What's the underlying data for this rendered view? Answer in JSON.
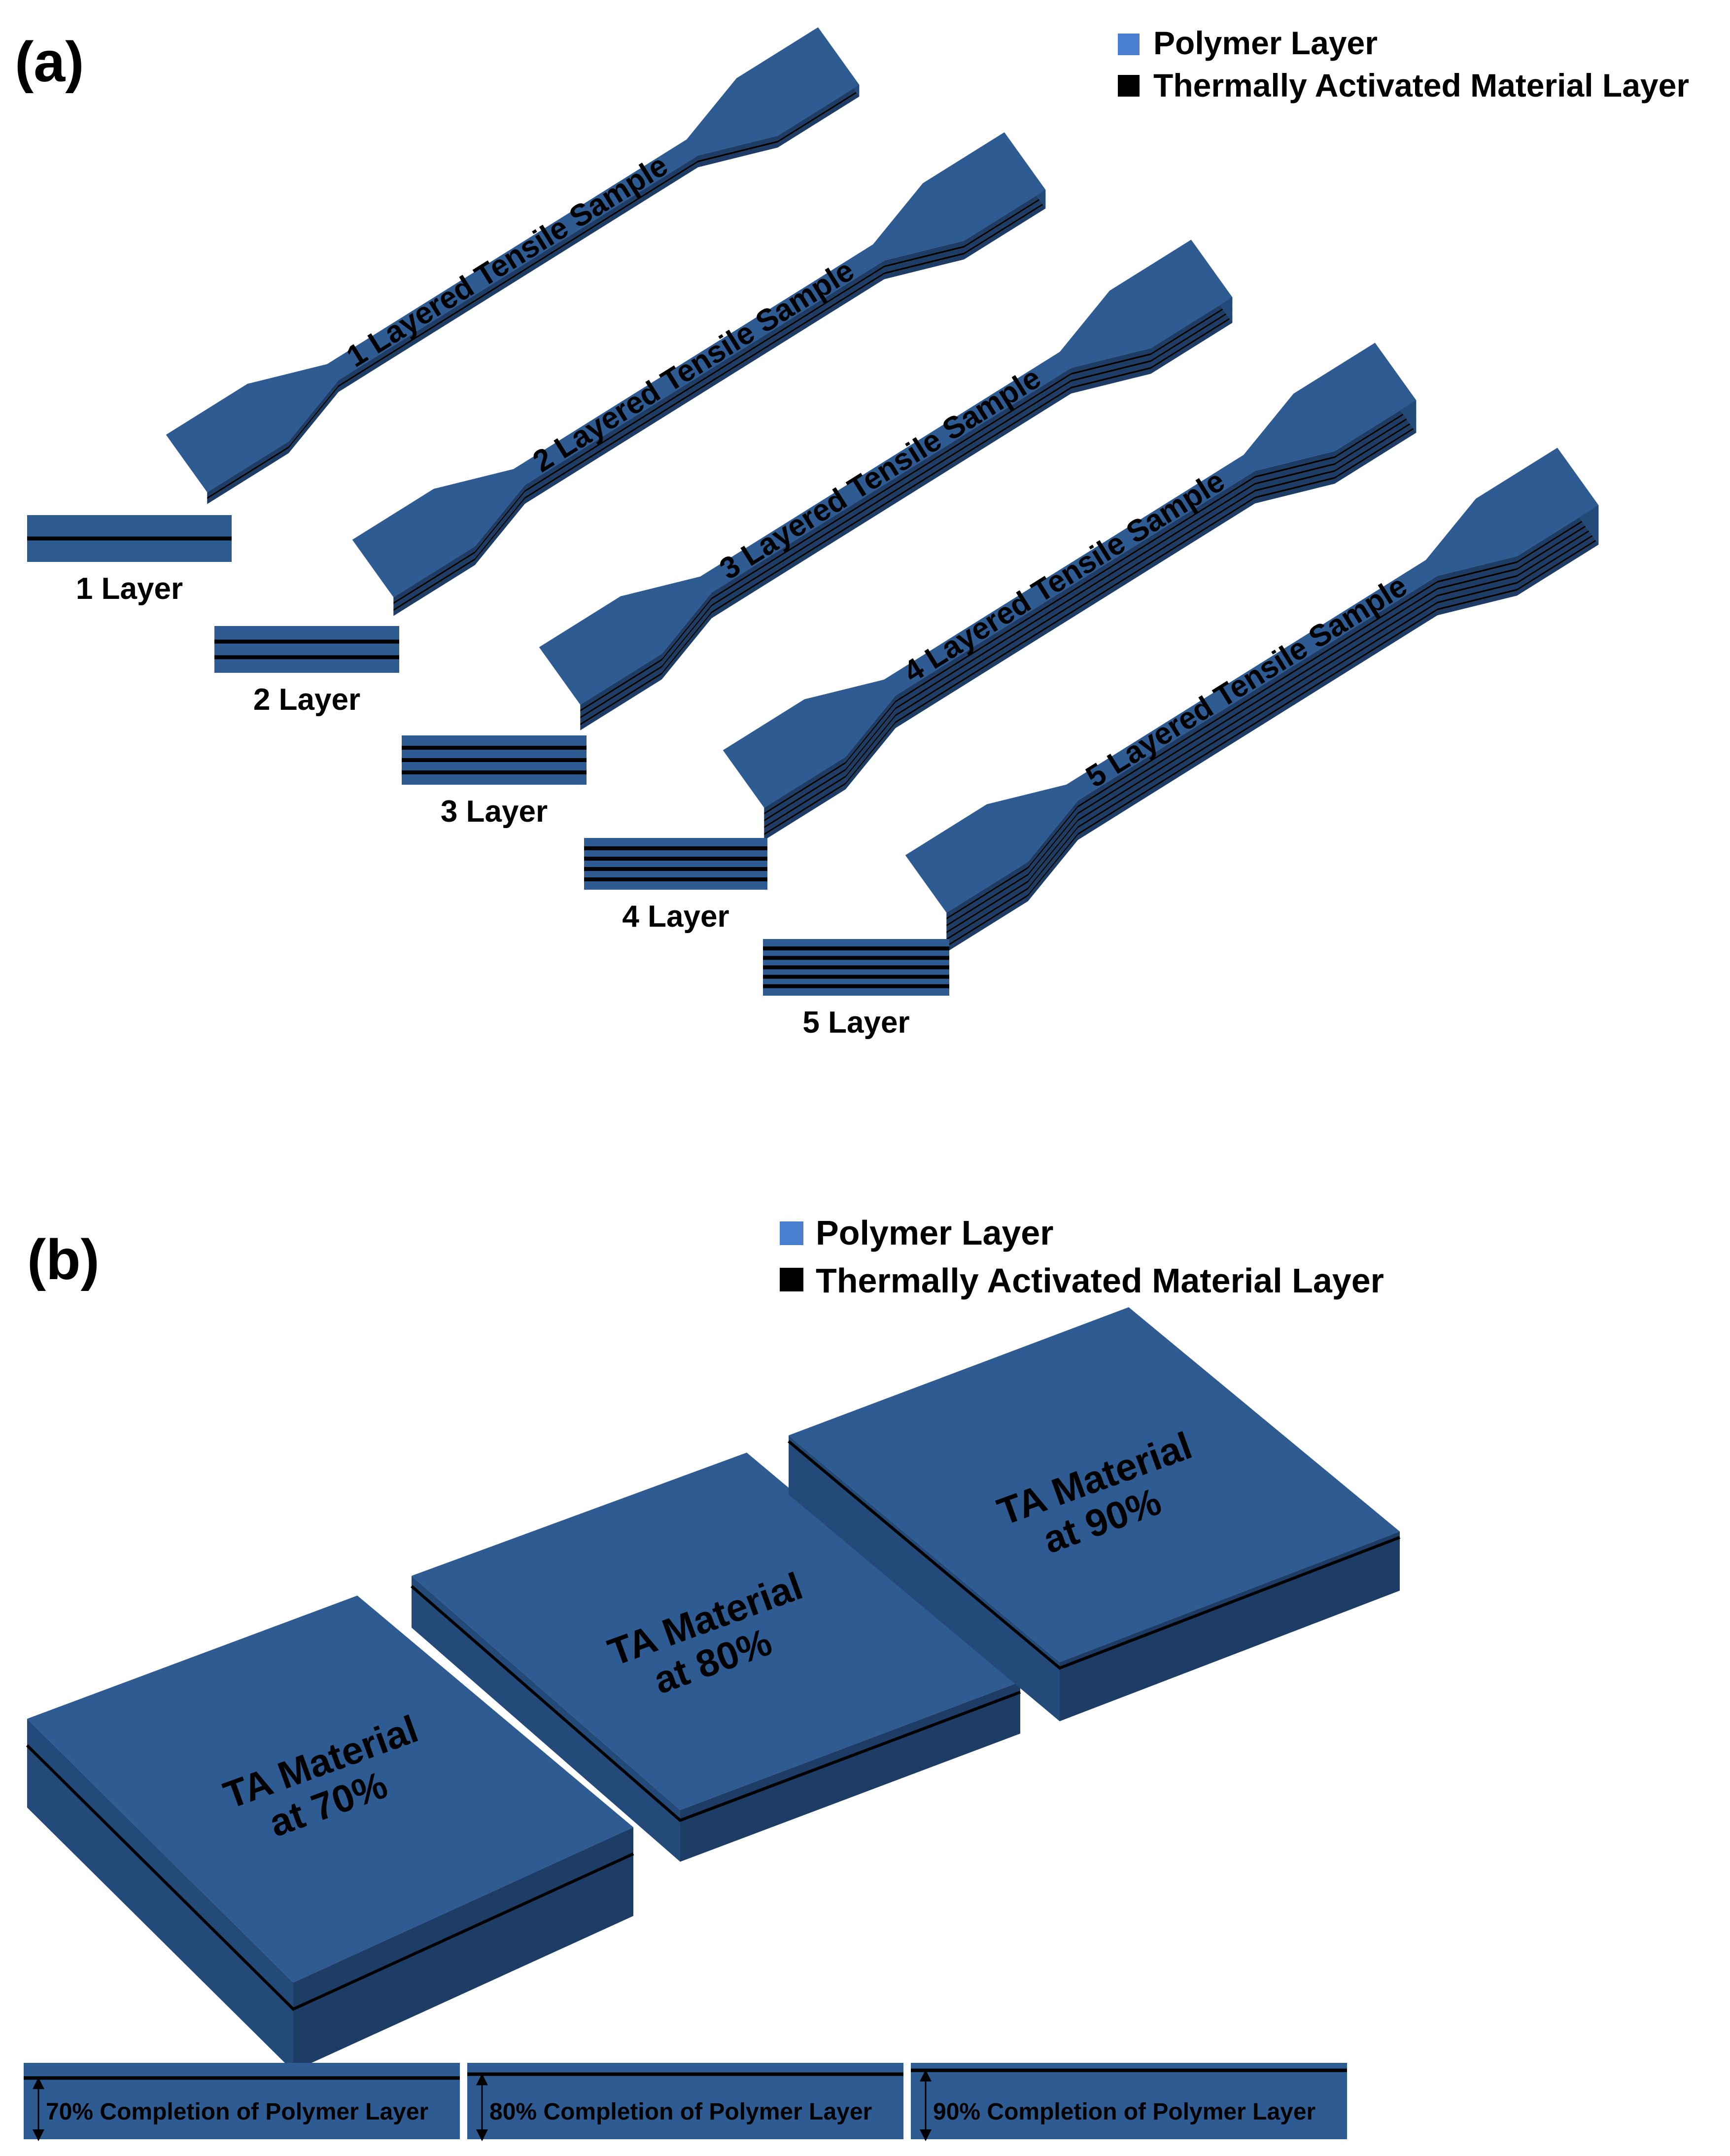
{
  "colors": {
    "polymer_top": "#2f5b93",
    "polymer_side": "#244a7a",
    "polymer_front": "#1e3d66",
    "ta_layer": "#000000",
    "legend_polymer": "#4a7fd0",
    "legend_ta": "#000000",
    "text": "#000000"
  },
  "panel_a": {
    "label": "(a)",
    "legend": {
      "polymer": "Polymer Layer",
      "ta": "Thermally Activated Material Layer"
    },
    "samples": [
      {
        "text": "1 Layered Tensile Sample",
        "layers": 1
      },
      {
        "text": "2 Layered Tensile Sample",
        "layers": 2
      },
      {
        "text": "3 Layered Tensile Sample",
        "layers": 3
      },
      {
        "text": "4 Layered Tensile Sample",
        "layers": 4
      },
      {
        "text": "5 Layered Tensile Sample",
        "layers": 5
      }
    ],
    "cross_sections": [
      {
        "label": "1 Layer",
        "layers": 1
      },
      {
        "label": "2 Layer",
        "layers": 2
      },
      {
        "label": "3 Layer",
        "layers": 3
      },
      {
        "label": "4 Layer",
        "layers": 4
      },
      {
        "label": "5 Layer",
        "layers": 5
      }
    ]
  },
  "panel_b": {
    "label": "(b)",
    "legend": {
      "polymer": "Polymer Layer",
      "ta": "Thermally Activated Material Layer"
    },
    "plates": [
      {
        "line1": "TA Material",
        "line2": "at 70%",
        "completion": 0.7
      },
      {
        "line1": "TA Material",
        "line2": "at 80%",
        "completion": 0.8
      },
      {
        "line1": "TA Material",
        "line2": "at 90%",
        "completion": 0.9
      }
    ],
    "completion_bars": [
      {
        "label": "70% Completion of Polymer Layer",
        "completion": 0.7
      },
      {
        "label": "80% Completion of Polymer Layer",
        "completion": 0.8
      },
      {
        "label": "90% Completion of Polymer Layer",
        "completion": 0.9
      }
    ]
  }
}
